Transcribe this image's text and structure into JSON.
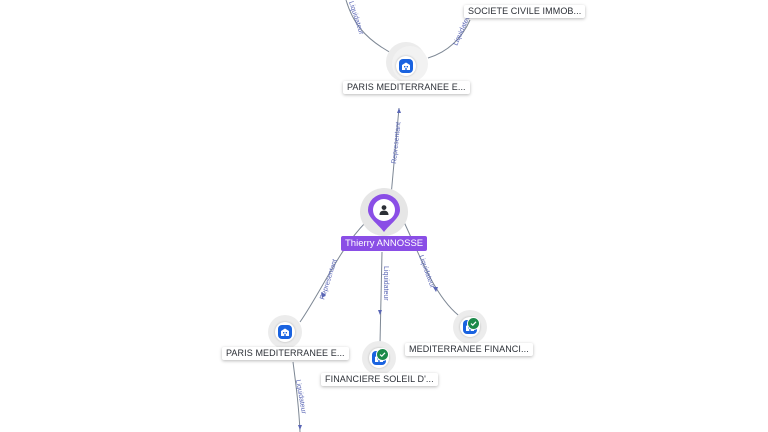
{
  "person": {
    "name": "Thierry ANNOSSE",
    "color": "#8a4ee6",
    "icon": "person-icon"
  },
  "nodes": [
    {
      "label": "SOCIETE CIVILE IMMOB...",
      "icon": "building-icon",
      "status": ""
    },
    {
      "label": "PARIS MEDITERRANEE E...",
      "icon": "building-icon",
      "status": ""
    },
    {
      "label": "PARIS MEDITERRANEE E...",
      "icon": "building-icon",
      "status": ""
    },
    {
      "label": "FINANCIERE SOLEIL D'...",
      "icon": "building-icon",
      "status": "active"
    },
    {
      "label": "MEDITERRANEE FINANCI...",
      "icon": "building-icon",
      "status": "active"
    }
  ],
  "edges": [
    {
      "label": "Liquidateur"
    },
    {
      "label": "Liquidateur"
    },
    {
      "label": "Representant"
    },
    {
      "label": "Representant"
    },
    {
      "label": "Liquidateur"
    },
    {
      "label": "Liquidateur"
    },
    {
      "label": "Liquidateur"
    }
  ],
  "colors": {
    "company_icon": "#1a63e0",
    "active_badge": "#1b8a4a",
    "edge": "#7d8794",
    "edge_label": "#5a66b5"
  }
}
